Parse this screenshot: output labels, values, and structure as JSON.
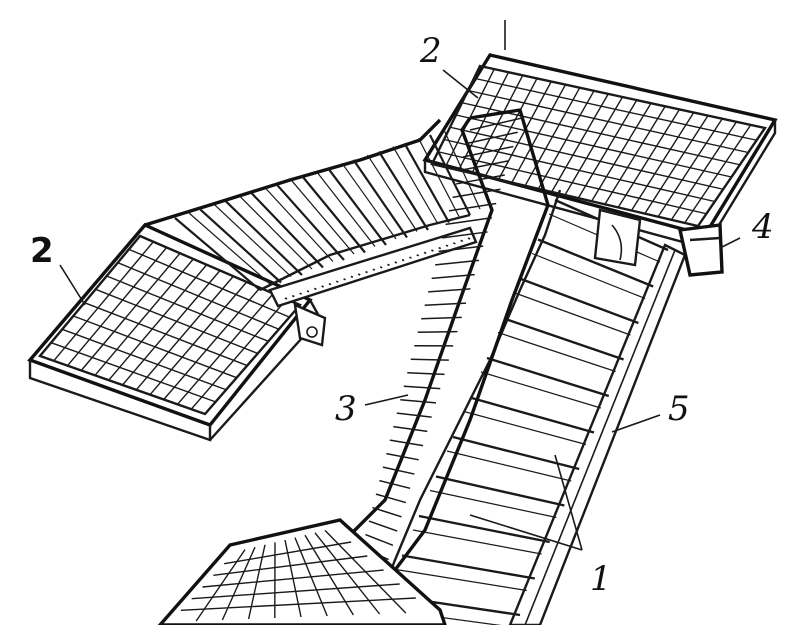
{
  "palette": {
    "ink": "#1a1a1a",
    "paper": "#ffffff"
  },
  "callouts": {
    "tread_label": "1",
    "landing_top_label": "2",
    "landing_left_label": "2",
    "handrail_label": "3",
    "beam_label": "4",
    "stringer_label": "5"
  }
}
